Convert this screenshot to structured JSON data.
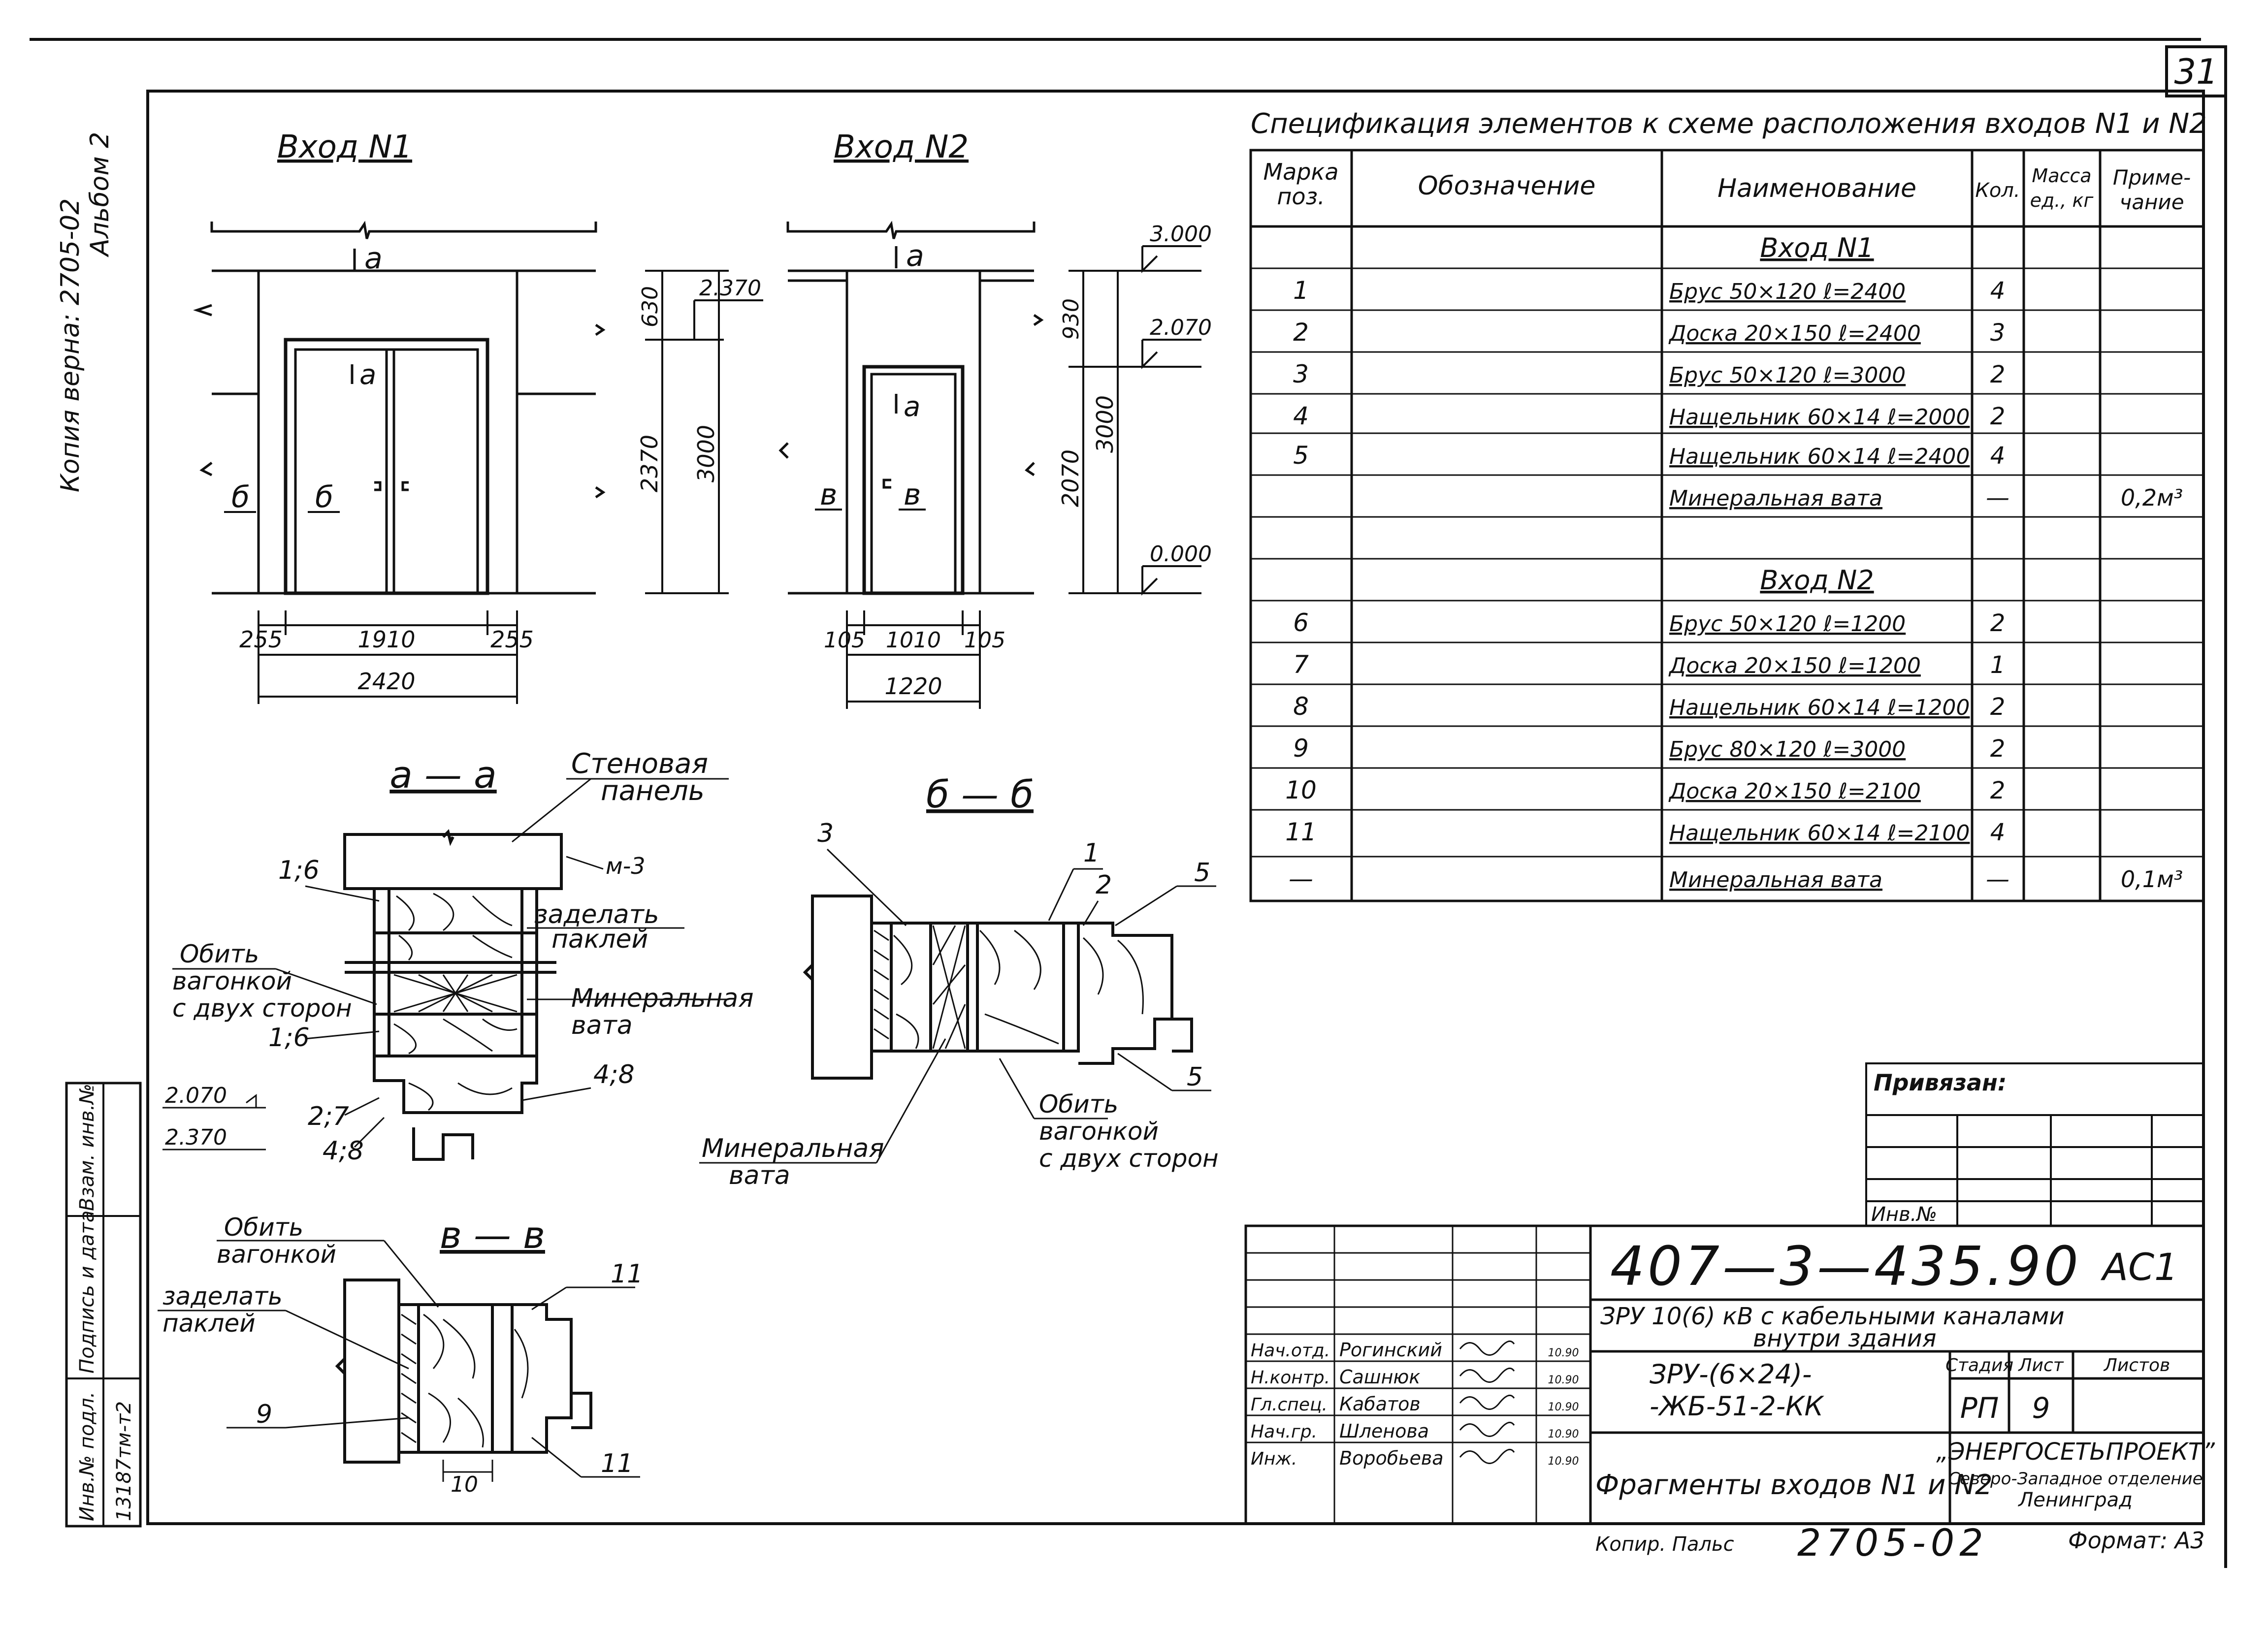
{
  "sheet_number": "31",
  "side_stamp": {
    "line1": "Копия верна: 2705-02",
    "line2": "Альбом 2"
  },
  "left_stamp": [
    "Инв.№ подл.",
    "Подпись и дата",
    "Взам. инв.№",
    "13187тм-т2"
  ],
  "entrances": {
    "entrance1": {
      "title": "Вход N1",
      "section_label": "а",
      "door_label": "а",
      "side_label": "б",
      "door_side_label": "б",
      "dims": {
        "d255a": "255",
        "d1910": "1910",
        "d255b": "255",
        "d2420": "2420",
        "d630": "630",
        "d2370v": "2370",
        "d3000v": "3000",
        "lvl2370": "2.370"
      }
    },
    "entrance2": {
      "title": "Вход N2",
      "section_label": "а",
      "door_label": "а",
      "side_label": "в",
      "door_side_label": "в",
      "dims": {
        "d105a": "105",
        "d1010": "1010",
        "d105b": "105",
        "d1220": "1220",
        "d930": "930",
        "d2070v": "2070",
        "d3000v": "3000",
        "lvl3000": "3.000",
        "lvl2070": "2.070",
        "lvl0000": "0.000"
      }
    }
  },
  "sections": {
    "aa": {
      "title": "а — а",
      "wall_panel_1": "Стеновая",
      "wall_panel_2": "панель",
      "m3": "м-3",
      "n16a": "1;6",
      "n16b": "1;6",
      "seal_1": "заделать",
      "seal_2": "паклей",
      "cover_1": "Обить",
      "cover_2": "вагонкой",
      "cover_3": "с двух сторон",
      "wool_1": "Минеральная",
      "wool_2": "вата",
      "lvl2070": "2.070",
      "lvl2370": "2.370",
      "n27": "2;7",
      "n48a": "4;8",
      "n48b": "4;8"
    },
    "bb": {
      "title": "б — б",
      "n3": "3",
      "n1": "1",
      "n2": "2",
      "n5a": "5",
      "n5b": "5",
      "wool_1": "Минеральная",
      "wool_2": "вата",
      "cover_1": "Обить",
      "cover_2": "вагонкой",
      "cover_3": "с двух сторон"
    },
    "vv": {
      "title": "в — в",
      "cover_1": "Обить",
      "cover_2": "вагонкой",
      "seal_1": "заделать",
      "seal_2": "паклей",
      "n9": "9",
      "n10": "10",
      "n11a": "11",
      "n11b": "11"
    }
  },
  "spec": {
    "title": "Спецификация элементов к схеме расположения входов N1 и N2",
    "headers": {
      "mark": [
        "Марка",
        "поз."
      ],
      "designation": "Обозначение",
      "name": "Наименование",
      "qty": "Кол.",
      "mass": [
        "Масса",
        "ед., кг"
      ],
      "note": [
        "Приме-",
        "чание"
      ]
    },
    "rows": [
      {
        "mark": "",
        "name": "Вход N1",
        "qty": "",
        "note": "",
        "heading": true
      },
      {
        "mark": "1",
        "name": "Брус 50×120   ℓ=2400",
        "qty": "4",
        "note": ""
      },
      {
        "mark": "2",
        "name": "Доска 20×150  ℓ=2400",
        "qty": "3",
        "note": ""
      },
      {
        "mark": "3",
        "name": "Брус 50×120   ℓ=3000",
        "qty": "2",
        "note": ""
      },
      {
        "mark": "4",
        "name": "Нащельник 60×14 ℓ=2000",
        "qty": "2",
        "note": ""
      },
      {
        "mark": "5",
        "name": "Нащельник 60×14 ℓ=2400",
        "qty": "4",
        "note": ""
      },
      {
        "mark": "",
        "name": "Минеральная вата",
        "qty": "—",
        "note": "0,2м³"
      },
      {
        "mark": "",
        "name": "",
        "qty": "",
        "note": ""
      },
      {
        "mark": "",
        "name": "Вход N2",
        "qty": "",
        "note": "",
        "heading": true
      },
      {
        "mark": "6",
        "name": "Брус 50×120    ℓ=1200",
        "qty": "2",
        "note": ""
      },
      {
        "mark": "7",
        "name": "Доска 20×150   ℓ=1200",
        "qty": "1",
        "note": ""
      },
      {
        "mark": "8",
        "name": "Нащельник 60×14 ℓ=1200",
        "qty": "2",
        "note": ""
      },
      {
        "mark": "9",
        "name": "Брус 80×120    ℓ=3000",
        "qty": "2",
        "note": ""
      },
      {
        "mark": "10",
        "name": "Доска 20×150  ℓ=2100",
        "qty": "2",
        "note": ""
      },
      {
        "mark": "11",
        "name": "Нащельник 60×14 ℓ=2100",
        "qty": "4",
        "note": ""
      },
      {
        "mark": "—",
        "name": "Минеральная вата",
        "qty": "—",
        "note": "0,1м³"
      }
    ]
  },
  "binding": {
    "label": "Привязан:",
    "inv": "Инв.№"
  },
  "title_block": {
    "code": "407—3—435.90",
    "suffix": "АС1",
    "project_1": "ЗРУ 10(6) кВ  с кабельными каналами",
    "project_2": "внутри здания",
    "object_1": "ЗРУ-(6×24)-",
    "object_2": "-ЖБ-51-2-КК",
    "stage_h": "Стадия",
    "sheet_h": "Лист",
    "sheets_h": "Листов",
    "stage": "РП",
    "sheet": "9",
    "sheets": "",
    "drawing_name": "Фрагменты входов N1 и N2",
    "org_1": "„ЭНЕРГОСЕТЬПРОЕКТ”",
    "org_2": "Северо-Западное отделение",
    "org_3": "Ленинград",
    "staff": [
      {
        "role": "Нач.отд.",
        "name": "Рогинский",
        "date": "10.90"
      },
      {
        "role": "Н.контр.",
        "name": "Сашнюк",
        "date": "10.90"
      },
      {
        "role": "Гл.спец.",
        "name": "Кабатов",
        "date": "10.90"
      },
      {
        "role": "Нач.гр.",
        "name": "Шленова",
        "date": "10.90"
      },
      {
        "role": "Инж.",
        "name": "Воробьева",
        "date": "10.90"
      }
    ]
  },
  "footer": {
    "copied": "Копир. Пальс",
    "number": "2705-02",
    "format": "Формат: А3"
  }
}
